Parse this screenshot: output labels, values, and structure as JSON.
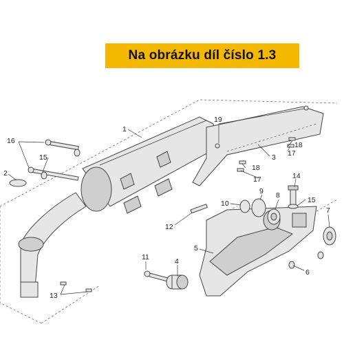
{
  "banner": {
    "text": "Na obrázku díl číslo 1.3"
  },
  "callouts": {
    "c1": "1",
    "c2": "2",
    "c3": "3",
    "c4": "4",
    "c5": "5",
    "c6": "6",
    "c7": "7",
    "c8": "8",
    "c9": "9",
    "c10": "10",
    "c11": "11",
    "c12": "12",
    "c13": "13",
    "c14": "14",
    "c15a": "15",
    "c15b": "15",
    "c16": "16",
    "c17a": "17",
    "c17b": "17",
    "c18a": "18",
    "c18b": "18",
    "c19": "19"
  }
}
